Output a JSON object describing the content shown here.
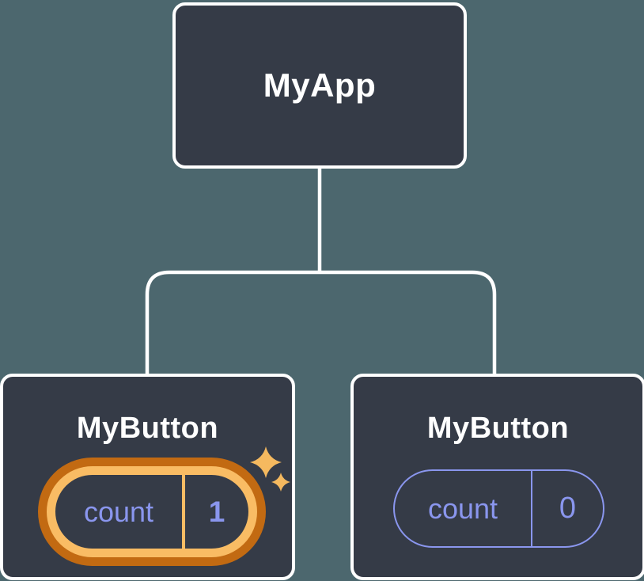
{
  "colors": {
    "background": "#4c676e",
    "node_fill": "#353b47",
    "node_border": "#ffffff",
    "connector": "#ffffff",
    "node_label_text": "#ffffff",
    "state_text": "#8a96ee",
    "state_outline": "#8a96ee",
    "highlight_ring_outer": "#c26a12",
    "highlight_ring_inner": "#f9bc64",
    "highlight_divider": "#f9bc64",
    "sparkle": "#f5b95f"
  },
  "tree": {
    "root": {
      "label": "MyApp"
    },
    "children": [
      {
        "label": "MyButton",
        "state": {
          "key": "count",
          "value": "1"
        },
        "highlighted": true
      },
      {
        "label": "MyButton",
        "state": {
          "key": "count",
          "value": "0"
        },
        "highlighted": false
      }
    ]
  }
}
